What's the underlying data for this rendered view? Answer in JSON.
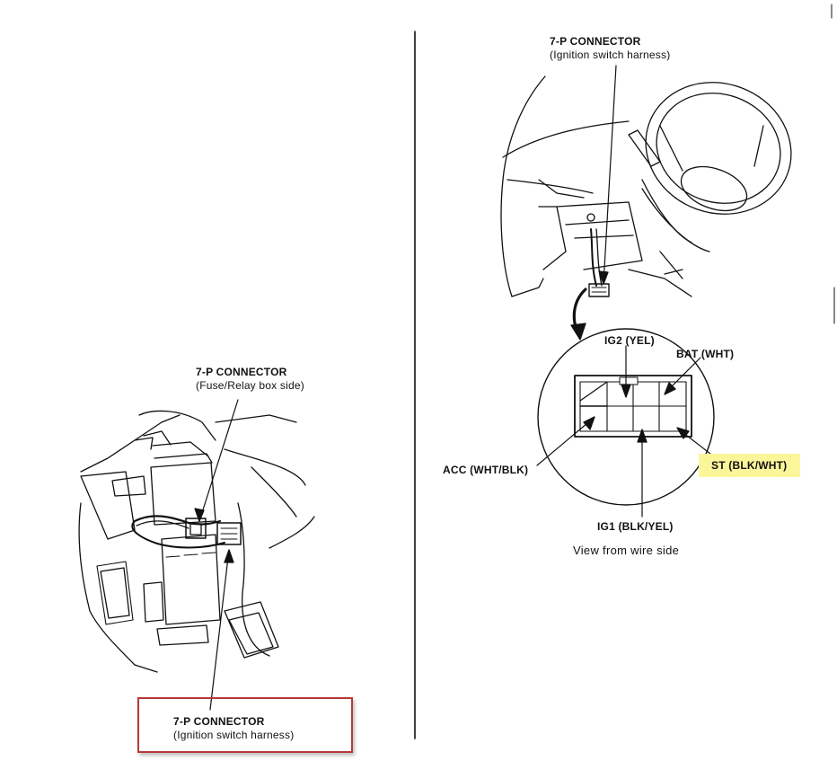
{
  "left_view": {
    "fuse_connector": {
      "title": "7-P CONNECTOR",
      "subtitle": "(Fuse/Relay box side)"
    },
    "harness_connector": {
      "title": "7-P CONNECTOR",
      "subtitle": "(Ignition switch harness)"
    }
  },
  "right_view": {
    "top_connector": {
      "title": "7-P CONNECTOR",
      "subtitle": "(Ignition switch harness)"
    },
    "terminals": {
      "ig2": "IG2 (YEL)",
      "bat": "BAT (WHT)",
      "acc": "ACC (WHT/BLK)",
      "st": "ST (BLK/WHT)",
      "ig1": "IG1 (BLK/YEL)"
    },
    "caption": "View from wire side"
  },
  "colors": {
    "highlight": "#fbf69a",
    "callout_border": "#b5393b",
    "ink": "#111111"
  }
}
